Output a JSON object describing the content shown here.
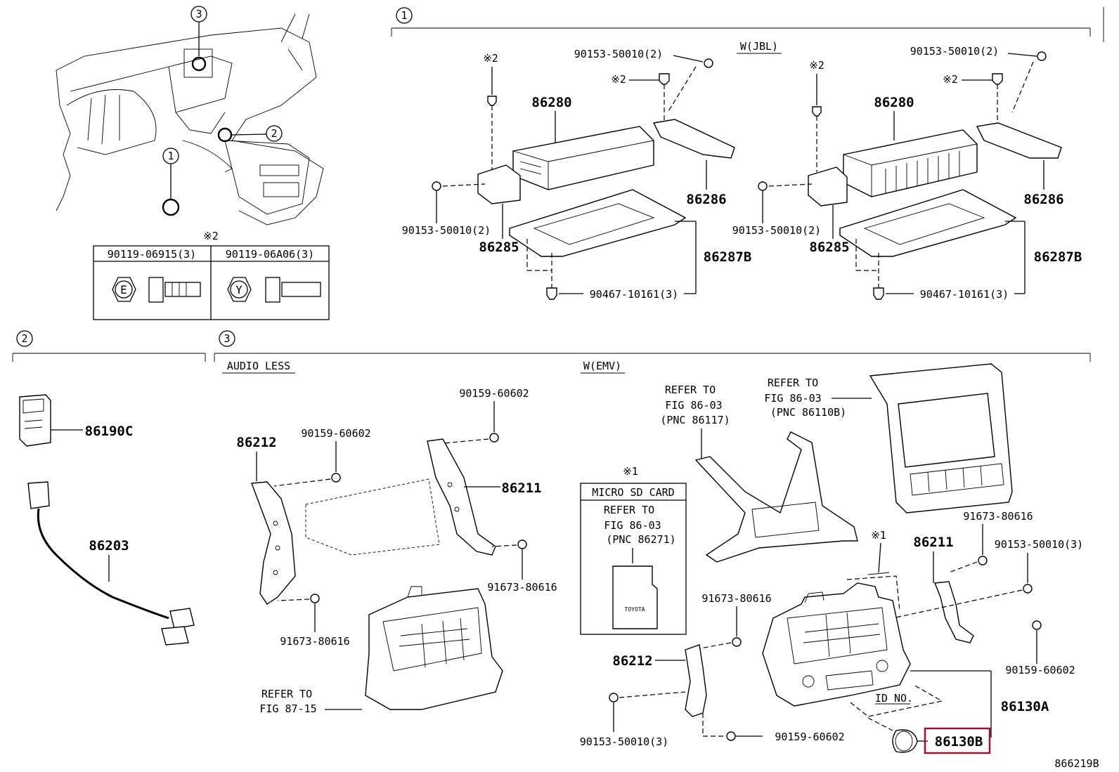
{
  "diagram_code": "866219B",
  "highlight_color": "#a01030",
  "callouts": {
    "c1": "1",
    "c2": "2",
    "c3": "3"
  },
  "notes": {
    "mark_x2": "※2",
    "mark_x1": "※1"
  },
  "sections": {
    "s1": {
      "variant": "W(JBL)"
    },
    "s2": {},
    "s3": {
      "variant_left": "AUDIO LESS",
      "variant_right": "W(EMV)"
    }
  },
  "bolt_table": {
    "header_left": "90119-06915(3)",
    "header_right": "90119-06A06(3)",
    "mark_left": "E",
    "mark_right": "Y"
  },
  "parts_s1_left": {
    "p86280": "86280",
    "p86286": "86286",
    "p86285": "86285",
    "p86287B": "86287B",
    "p90153_top": "90153-50010(2)",
    "p90153_left": "90153-50010(2)",
    "p90467": "90467-10161(3)"
  },
  "parts_s1_right": {
    "p86280": "86280",
    "p86286": "86286",
    "p86285": "86285",
    "p86287B": "86287B",
    "p90153_top": "90153-50010(2)",
    "p90153_left": "90153-50010(2)",
    "p90467": "90467-10161(3)"
  },
  "parts_s2": {
    "p86190C": "86190C",
    "p86203": "86203"
  },
  "parts_s3_audioless": {
    "p86212": "86212",
    "p86211": "86211",
    "p90159_a": "90159-60602",
    "p90159_b": "90159-60602",
    "p91673_a": "91673-80616",
    "p91673_b": "91673-80616",
    "refer1": "REFER TO",
    "refer2": "FIG 87-15"
  },
  "parts_s3_emv": {
    "refer_a1": "REFER TO",
    "refer_a2": "FIG 86-03",
    "refer_a3": "(PNC 86117)",
    "refer_b1": "REFER TO",
    "refer_b2": "FIG 86-03",
    "refer_b3": "(PNC 86110B)",
    "sd_title": "MICRO SD CARD",
    "sd_ref1": "REFER TO",
    "sd_ref2": "FIG 86-03",
    "sd_ref3": "(PNC 86271)",
    "sd_brand": "TOYOTA",
    "p91673_a": "91673-80616",
    "p91673_b": "91673-80616",
    "p86211": "86211",
    "p90153_a": "90153-50010(3)",
    "p90153_b": "90153-50010(3)",
    "p86212": "86212",
    "p90159_a": "90159-60602",
    "p90159_b": "90159-60602",
    "p86130A": "86130A",
    "id_no": "ID NO.",
    "p86130B": "86130B"
  }
}
